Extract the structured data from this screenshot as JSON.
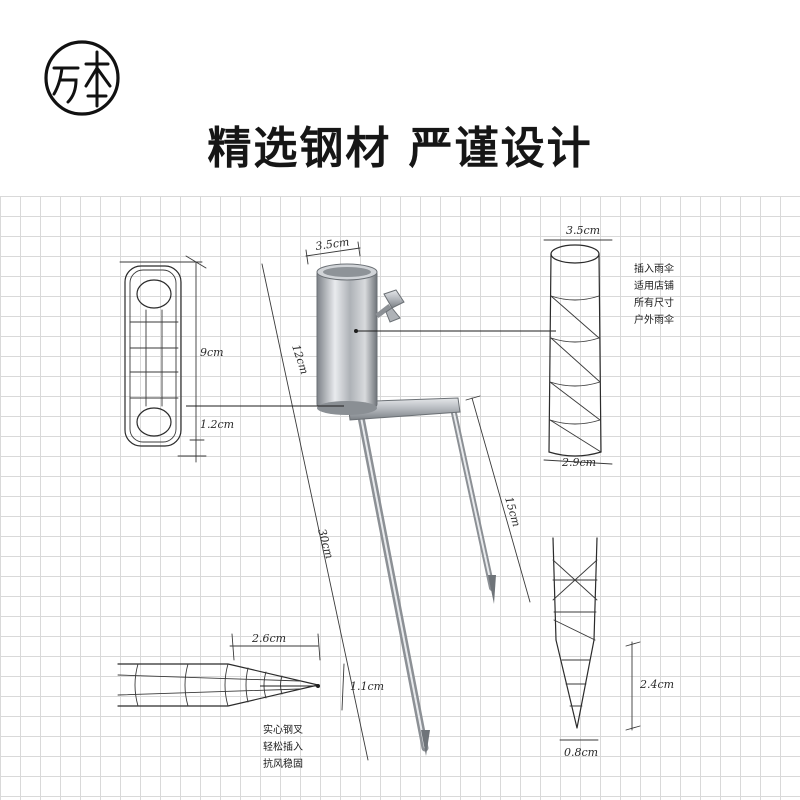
{
  "header": {
    "logo_icon": "brand-seal-logo-icon",
    "headline": "精选钢材 严谨设计"
  },
  "dimensions": {
    "top_width": "3.5cm",
    "bracket_height": "9cm",
    "bracket_gap": "1.2cm",
    "tube_length": "12cm",
    "fork_length": "30cm",
    "short_prong": "15cm",
    "tube_top": "3.5cm",
    "tube_bottom": "2.9cm",
    "tip_length": "2.6cm",
    "tip_diameter": "1.1cm",
    "spike_length": "2.4cm",
    "spike_diameter": "0.8cm"
  },
  "notes": {
    "tube": [
      "插入雨伞",
      "适用店铺",
      "所有尺寸",
      "户外雨伞"
    ],
    "tip": [
      "实心钢叉",
      "轻松插入",
      "抗风稳固"
    ]
  },
  "colors": {
    "headline": "#161616",
    "grid": "#d9d9d9",
    "steel": "#b8bcc1"
  }
}
